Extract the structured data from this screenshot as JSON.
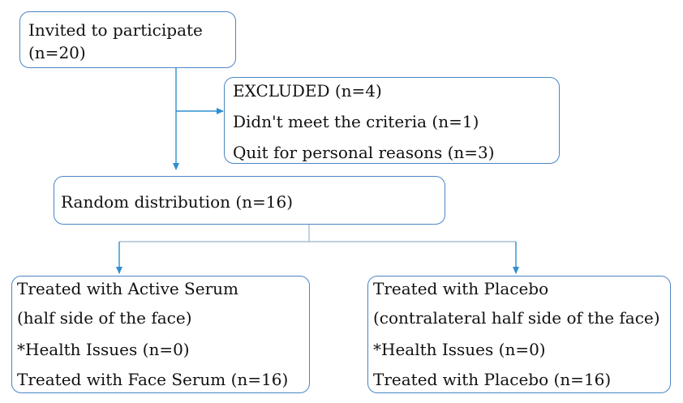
{
  "diagram": {
    "accent_color": "#4a86c5",
    "arrow_color": "#2e8fd0",
    "invited": {
      "line1": "Invited to participate",
      "line2": "(n=20)"
    },
    "excluded": {
      "title": "EXCLUDED (n=4)",
      "reason1": "Didn't meet the criteria (n=1)",
      "reason2": "Quit for personal reasons (n=3)"
    },
    "random": {
      "label": "Random distribution (n=16)"
    },
    "active": {
      "line1": "Treated with Active Serum",
      "line2": "(half side of the face)",
      "line3": "*Health Issues (n=0)",
      "line4": "Treated with Face Serum (n=16)"
    },
    "placebo": {
      "line1": "Treated with Placebo",
      "line2": "(contralateral half side of the face)",
      "line3": "*Health Issues (n=0)",
      "line4": "Treated with Placebo (n=16)"
    }
  }
}
